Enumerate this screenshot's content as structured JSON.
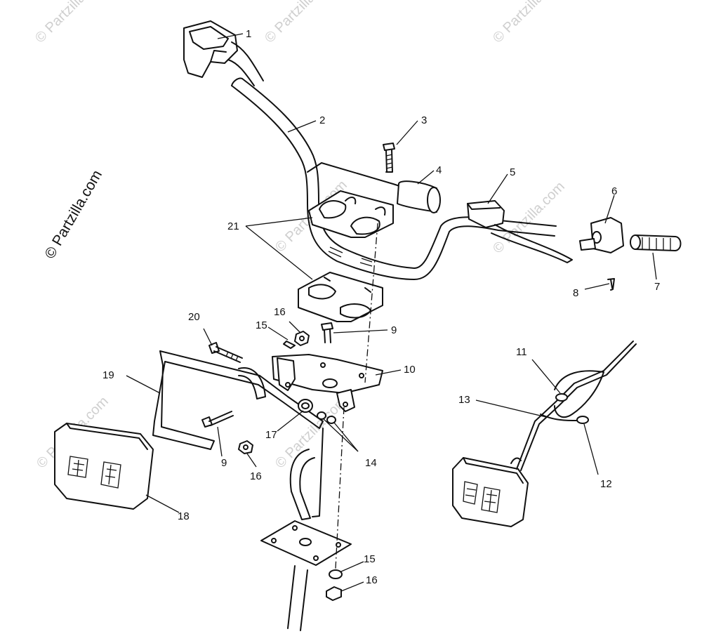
{
  "copyright": "© Partzilla.com",
  "watermark": "© Partzilla.com",
  "callouts": [
    "1",
    "2",
    "3",
    "4",
    "5",
    "6",
    "7",
    "8",
    "9",
    "10",
    "11",
    "12",
    "13",
    "14",
    "15",
    "16",
    "17",
    "18",
    "19",
    "20",
    "21"
  ],
  "duplicate_callouts": {
    "c9b": "9",
    "c15b": "15",
    "c16b": "16",
    "c16c": "16"
  }
}
